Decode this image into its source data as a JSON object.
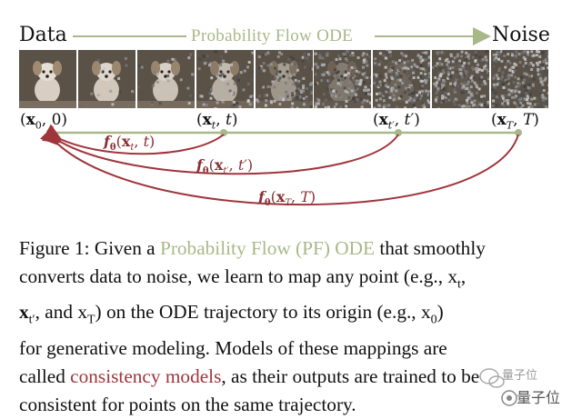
{
  "figure": {
    "label_data": "Data",
    "label_pf": "Probability Flow ODE",
    "label_noise": "Noise",
    "points": [
      "(x_0, 0)",
      "(x_t, t)",
      "(x_t′, t′)",
      "(x_T, T)"
    ],
    "functions": [
      "f_θ(x_t, t)",
      "f_θ(x_t′, t′)",
      "f_θ(x_T, T)"
    ],
    "colors": {
      "green": "#a8b889",
      "red": "#a0353c",
      "highlight": "#b25a60"
    },
    "frames": [
      {
        "noise_level": 0.0,
        "highlighted": false
      },
      {
        "noise_level": 0.05,
        "highlighted": false
      },
      {
        "noise_level": 0.1,
        "highlighted": false
      },
      {
        "noise_level": 0.25,
        "highlighted": true
      },
      {
        "noise_level": 0.45,
        "highlighted": false
      },
      {
        "noise_level": 0.7,
        "highlighted": false
      },
      {
        "noise_level": 0.85,
        "highlighted": true
      },
      {
        "noise_level": 0.95,
        "highlighted": false
      },
      {
        "noise_level": 1.0,
        "highlighted": true
      }
    ]
  },
  "caption": {
    "l1_a": "Figure 1: Given a ",
    "l1_b": "Probability Flow (PF) ODE",
    "l1_c": " that smoothly",
    "l2": "converts data to noise, we learn to map any point (e.g., x",
    "l2_sub": "t",
    "l2_end": ",",
    "l3_a": "x",
    "l3_sub1": "t′",
    "l3_b": ", and x",
    "l3_sub2": "T",
    "l3_c": ") on the ODE trajectory to its origin (e.g., x",
    "l3_sub3": "0",
    "l3_d": ")",
    "l4": "for generative modeling.  Models of these mappings are",
    "l5_a": "called ",
    "l5_b": "consistency models",
    "l5_c": ", as their outputs are trained to be",
    "l6": "consistent for points on the same trajectory."
  },
  "watermark": {
    "line1": "量子位",
    "line2": "量子位"
  }
}
